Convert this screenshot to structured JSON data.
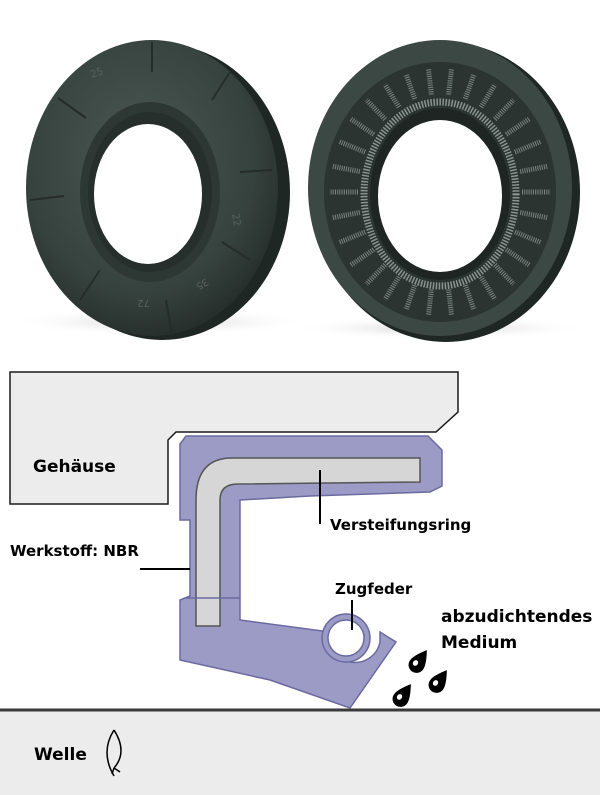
{
  "labels": {
    "housing": "Gehäuse",
    "stiffening_ring": "Versteifungsring",
    "material": "Werkstoff: NBR",
    "spring": "Zugfeder",
    "medium_line1": "abzudichtendes",
    "medium_line2": "Medium",
    "shaft": "Welle"
  },
  "colors": {
    "seal_body": "#9b9bc6",
    "stiffening_ring": "#d6d6d6",
    "housing": "#ececec",
    "shaft": "#ececec",
    "seal_photo": "#3a4742"
  }
}
